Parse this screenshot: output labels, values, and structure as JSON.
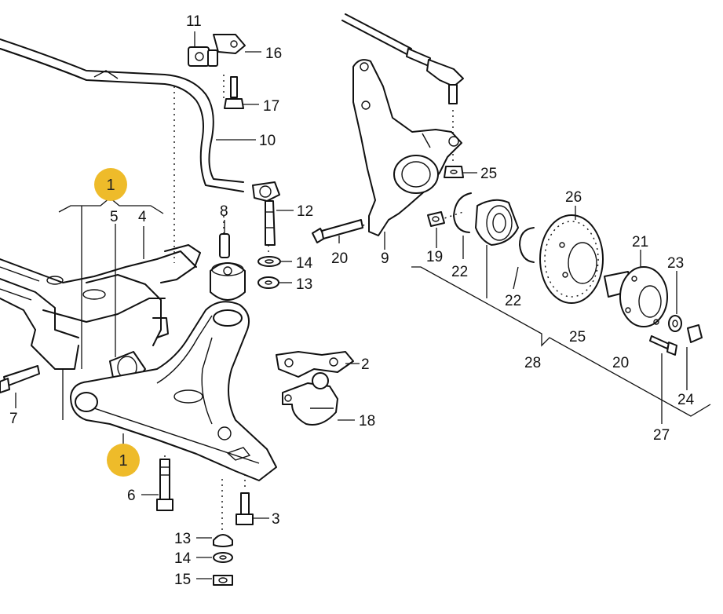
{
  "highlight_color": "#EEBB2A",
  "callouts": {
    "c1_top": "1",
    "c1_bottom": "1"
  },
  "labels": {
    "p2": "2",
    "p3": "3",
    "p4": "4",
    "p5": "5",
    "p6": "6",
    "p7": "7",
    "p9": "9",
    "p10": "10",
    "p11": "11",
    "p12": "12",
    "p13a": "13",
    "p13b": "13",
    "p14a": "14",
    "p14b": "14",
    "p15": "15",
    "p16": "16",
    "p17": "17",
    "p18": "18",
    "p19": "19",
    "p20a": "20",
    "p20b": "20",
    "p21": "21",
    "p22a": "22",
    "p22b": "22",
    "p23": "23",
    "p24": "24",
    "p25a": "25",
    "p25b": "25",
    "p26": "26",
    "p27": "27",
    "p28": "28",
    "p8": "8"
  }
}
